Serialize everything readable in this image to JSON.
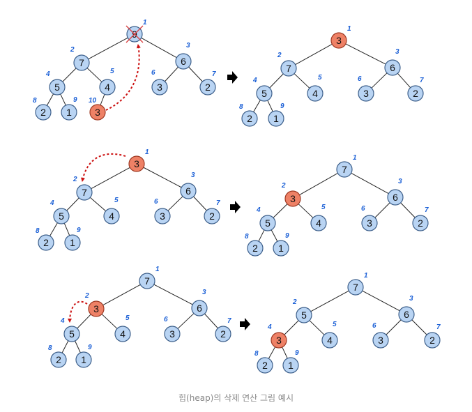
{
  "caption": "힙(heap)의 삭제 연산 그림 예시",
  "colors": {
    "node_fill": "#b9d4f3",
    "node_stroke": "#3d5f8a",
    "highlight_fill": "#ee8166",
    "highlight_stroke": "#9e3a24",
    "edge": "#222222",
    "index_text": "#1a5fd6",
    "arrow_dashed": "#cc1111",
    "step_arrow": "#000000",
    "strike": "#d94040"
  },
  "diagrams": [
    {
      "name": "step1-before",
      "nodes": [
        {
          "index": "1",
          "value": "9",
          "highlight": false,
          "crossed": true
        },
        {
          "index": "2",
          "value": "7",
          "highlight": false
        },
        {
          "index": "3",
          "value": "6",
          "highlight": false
        },
        {
          "index": "4",
          "value": "5",
          "highlight": false
        },
        {
          "index": "5",
          "value": "4",
          "highlight": false
        },
        {
          "index": "6",
          "value": "3",
          "highlight": false
        },
        {
          "index": "7",
          "value": "2",
          "highlight": false
        },
        {
          "index": "8",
          "value": "2",
          "highlight": false
        },
        {
          "index": "9",
          "value": "1",
          "highlight": false
        },
        {
          "index": "10",
          "value": "3",
          "highlight": true
        }
      ]
    },
    {
      "name": "step1-after",
      "nodes": [
        {
          "index": "1",
          "value": "3",
          "highlight": true
        },
        {
          "index": "2",
          "value": "7",
          "highlight": false
        },
        {
          "index": "3",
          "value": "6",
          "highlight": false
        },
        {
          "index": "4",
          "value": "5",
          "highlight": false
        },
        {
          "index": "5",
          "value": "4",
          "highlight": false
        },
        {
          "index": "6",
          "value": "3",
          "highlight": false
        },
        {
          "index": "7",
          "value": "2",
          "highlight": false
        },
        {
          "index": "8",
          "value": "2",
          "highlight": false
        },
        {
          "index": "9",
          "value": "1",
          "highlight": false
        }
      ]
    },
    {
      "name": "step2-before",
      "nodes": [
        {
          "index": "1",
          "value": "3",
          "highlight": true
        },
        {
          "index": "2",
          "value": "7",
          "highlight": false
        },
        {
          "index": "3",
          "value": "6",
          "highlight": false
        },
        {
          "index": "4",
          "value": "5",
          "highlight": false
        },
        {
          "index": "5",
          "value": "4",
          "highlight": false
        },
        {
          "index": "6",
          "value": "3",
          "highlight": false
        },
        {
          "index": "7",
          "value": "2",
          "highlight": false
        },
        {
          "index": "8",
          "value": "2",
          "highlight": false
        },
        {
          "index": "9",
          "value": "1",
          "highlight": false
        }
      ]
    },
    {
      "name": "step2-after",
      "nodes": [
        {
          "index": "1",
          "value": "7",
          "highlight": false
        },
        {
          "index": "2",
          "value": "3",
          "highlight": true
        },
        {
          "index": "3",
          "value": "6",
          "highlight": false
        },
        {
          "index": "4",
          "value": "5",
          "highlight": false
        },
        {
          "index": "5",
          "value": "4",
          "highlight": false
        },
        {
          "index": "6",
          "value": "3",
          "highlight": false
        },
        {
          "index": "7",
          "value": "2",
          "highlight": false
        },
        {
          "index": "8",
          "value": "2",
          "highlight": false
        },
        {
          "index": "9",
          "value": "1",
          "highlight": false
        }
      ]
    },
    {
      "name": "step3-before",
      "nodes": [
        {
          "index": "1",
          "value": "7",
          "highlight": false
        },
        {
          "index": "2",
          "value": "3",
          "highlight": true
        },
        {
          "index": "3",
          "value": "6",
          "highlight": false
        },
        {
          "index": "4",
          "value": "5",
          "highlight": false
        },
        {
          "index": "5",
          "value": "4",
          "highlight": false
        },
        {
          "index": "6",
          "value": "3",
          "highlight": false
        },
        {
          "index": "7",
          "value": "2",
          "highlight": false
        },
        {
          "index": "8",
          "value": "2",
          "highlight": false
        },
        {
          "index": "9",
          "value": "1",
          "highlight": false
        }
      ]
    },
    {
      "name": "step3-after",
      "nodes": [
        {
          "index": "1",
          "value": "7",
          "highlight": false
        },
        {
          "index": "2",
          "value": "5",
          "highlight": false
        },
        {
          "index": "3",
          "value": "6",
          "highlight": false
        },
        {
          "index": "4",
          "value": "3",
          "highlight": true
        },
        {
          "index": "5",
          "value": "4",
          "highlight": false
        },
        {
          "index": "6",
          "value": "3",
          "highlight": false
        },
        {
          "index": "7",
          "value": "2",
          "highlight": false
        },
        {
          "index": "8",
          "value": "2",
          "highlight": false
        },
        {
          "index": "9",
          "value": "1",
          "highlight": false
        }
      ]
    }
  ]
}
